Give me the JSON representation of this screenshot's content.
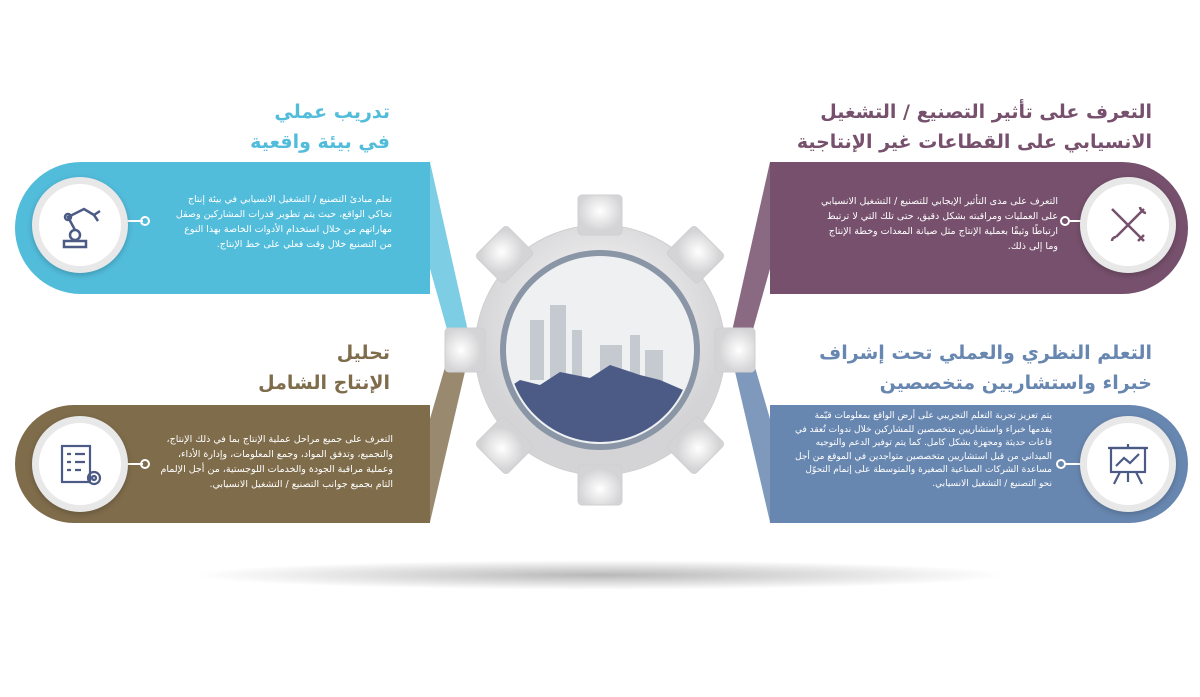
{
  "sections": [
    {
      "id": "practical-training",
      "title_lines": [
        "تدريب عملي",
        "في بيئة واقعية"
      ],
      "body": "تعلم مبادئ التصنيع / التشغيل الانسيابي في بيئة إنتاج تحاكي الواقع، حيث يتم تطوير قدرات المشاركين وصقل مهاراتهم من خلال استخدام الأدوات الخاصة بهذا النوع من التصنيع خلال وقت فعلي على خط الإنتاج.",
      "icon": "robot-arm-icon",
      "color": "#52bcdb"
    },
    {
      "id": "impact",
      "title_lines": [
        "التعرف على تأثير التصنيع / التشغيل",
        "الانسيابي على القطاعات غير الإنتاجية"
      ],
      "body": "التعرف على مدى التأثير الإيجابي للتصنيع / التشغيل الانسيابي على العمليات ومراقبته بشكل دقيق، حتى تلك التي لا ترتبط ارتباطًا وثيقًا بعملية الإنتاج مثل صيانة المعدات وخطة الإنتاج وما إلى ذلك.",
      "icon": "tools-icon",
      "color": "#76506c"
    },
    {
      "id": "analysis",
      "title_lines": [
        "تحليل",
        "الإنتاج الشامل"
      ],
      "body": "التعرف على جميع مراحل عملية الإنتاج بما في ذلك الإنتاج، والتجميع، وتدفق المواد، وجمع المعلومات، وإدارة الأداء، وعملية مراقبة الجودة والخدمات اللوجستية، من أجل الإلمام التام بجميع جوانب التصنيع / التشغيل الانسيابي.",
      "icon": "checklist-gear-icon",
      "color": "#7f6c4b"
    },
    {
      "id": "expert-learning",
      "title_lines": [
        "التعلم النظري والعملي تحت إشراف",
        "خبراء واستشاريين متخصصين"
      ],
      "body": "يتم تعزيز تجربة التعلم التجريبي على أرض الواقع بمعلومات قيّمة يقدمها خبراء واستشاريين متخصصين للمشاركين خلال ندوات تُعقد في قاعات حديثة ومجهزة بشكل كامل. كما يتم توفير الدعم والتوجيه الميداني من قبل استشاريين متخصصين متواجدين في الموقع من أجل مساعدة الشركات الصناعية الصغيرة والمتوسطة على إتمام التحوّل نحو التصنيع / التشغيل الانسيابي.",
      "icon": "presentation-board-icon",
      "color": "#6887b0"
    }
  ]
}
